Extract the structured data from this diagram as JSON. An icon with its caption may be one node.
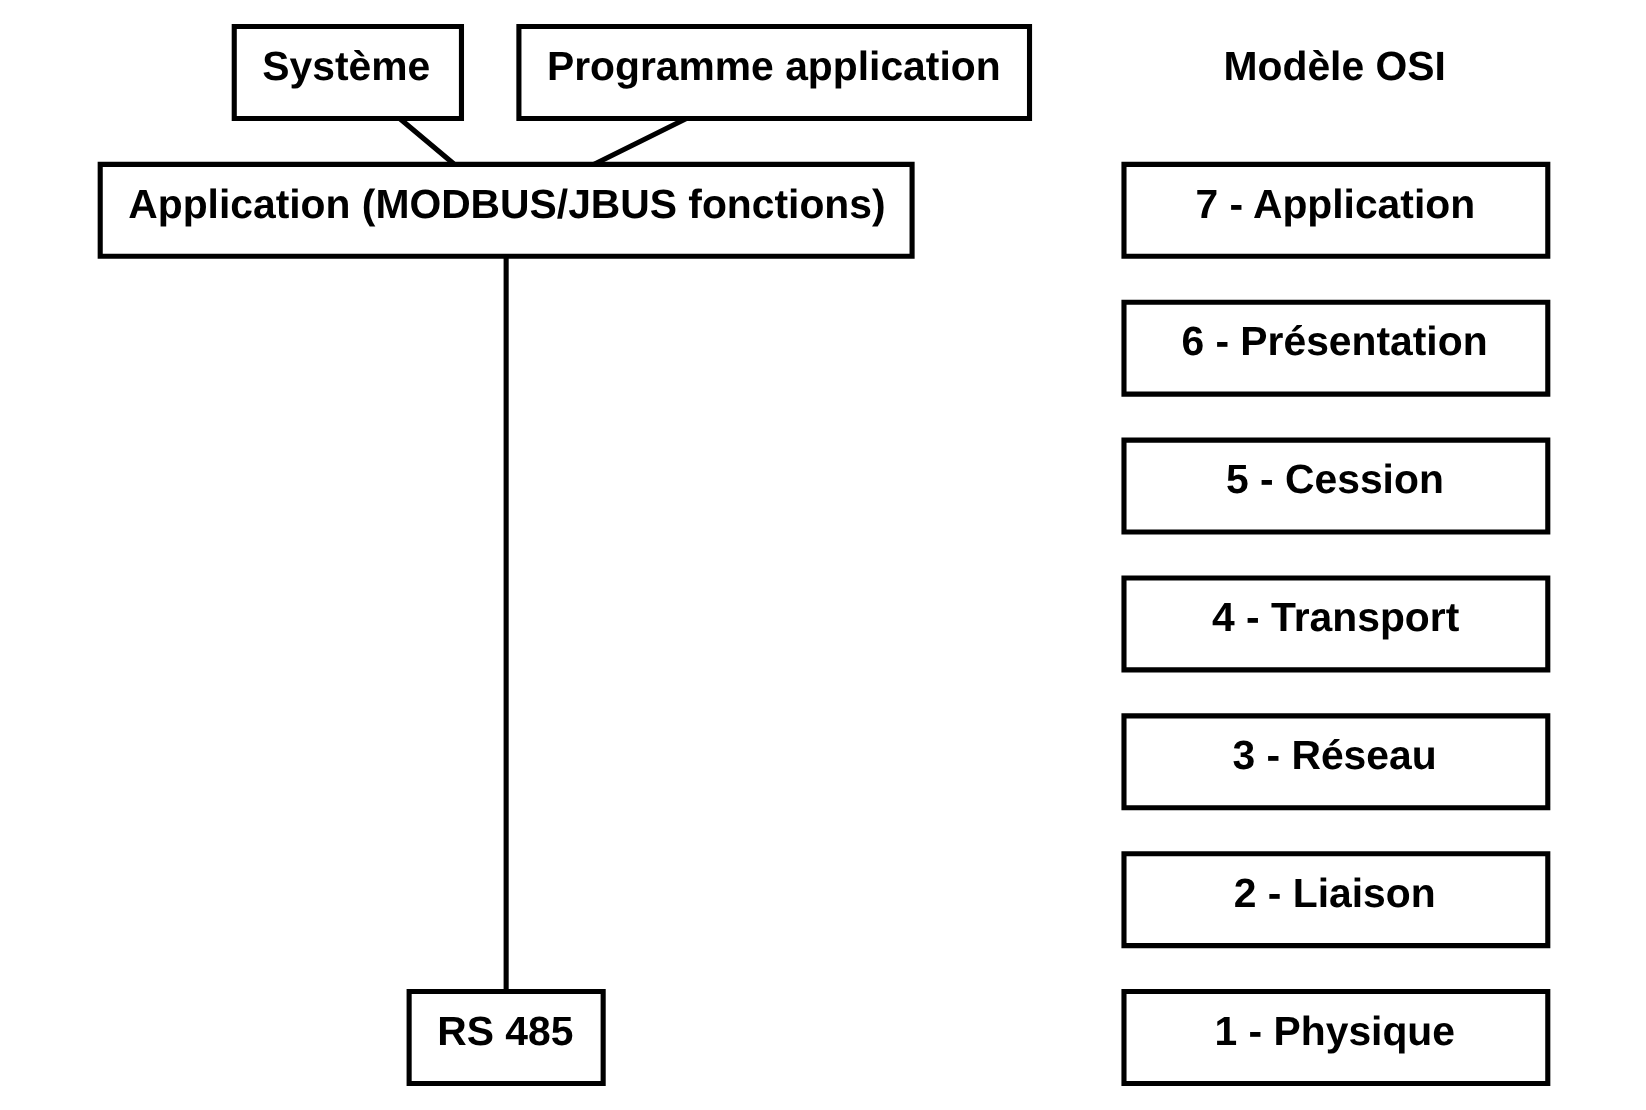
{
  "diagram": {
    "nodes": [
      {
        "text": [
          "Système"
        ]
      },
      {
        "text": [
          "Programme application"
        ]
      },
      {
        "text": [
          "Application (MODBUS/JBUS fonctions)"
        ]
      },
      {
        "text": [
          "RS 485"
        ]
      },
      {
        "text": [
          "7 - Application"
        ]
      },
      {
        "text": [
          "6 - Présentation"
        ]
      },
      {
        "text": [
          "5 - Cession"
        ]
      },
      {
        "text": [
          "4 - Transport"
        ]
      },
      {
        "text": [
          "3 - Réseau"
        ]
      },
      {
        "text": [
          "2 - Liaison"
        ]
      },
      {
        "text": [
          "1 - Physique"
        ]
      }
    ],
    "edges": [
      {
        "from": 0,
        "to": 2,
        "arrow": "none"
      },
      {
        "from": 1,
        "to": 2,
        "arrow": "none"
      },
      {
        "from": 2,
        "to": 3,
        "arrow": "none"
      }
    ],
    "labels": [
      "Modèle OSI"
    ]
  }
}
